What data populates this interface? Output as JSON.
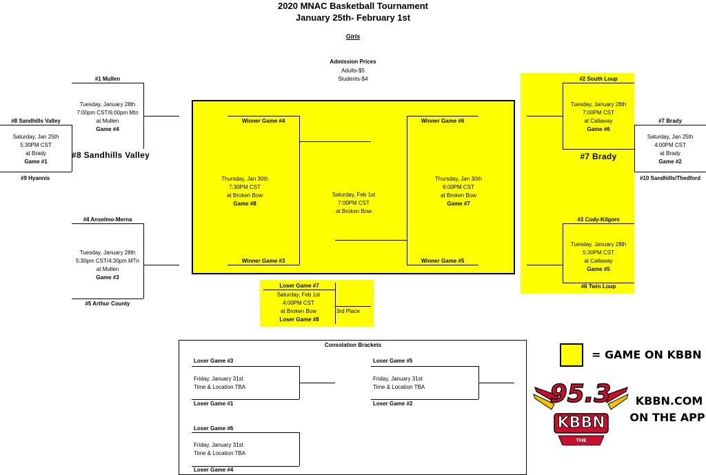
{
  "header": {
    "title": "2020 MNAC Basketball Tournament",
    "dates": "January 25th- February 1st",
    "division": "Girls"
  },
  "admission": {
    "title": "Admission Prices",
    "adults": "Adults-$5",
    "students": "Students-$4"
  },
  "left_bracket": {
    "seed1": "#1 Mullen",
    "game4": {
      "line1": "Tuesday, January 28th",
      "line2": "7:00pm CST/6:00pm Mtn",
      "line3": "at Mullen",
      "label": "Game #4"
    },
    "seed8": "#8 Sandhills Valley",
    "game1": {
      "line1": "Saturday, Jan 25th",
      "line2": "5:30PM CST",
      "line3": "at Brady",
      "label": "Game #1"
    },
    "seed9": "#9 Hyannis",
    "winner_g1": "#8 Sandhills Valley",
    "seed4": "#4 Anselmo-Merna",
    "game3": {
      "line1": "Tuesday, January 28th",
      "line2": "5:30pm CST/4:30pm MTn",
      "line3": "at Mullen",
      "label": "Game #3"
    },
    "seed5": "#5 Arthur County"
  },
  "center": {
    "winner_g4": "Winner Game #4",
    "winner_g3": "Winner Game #3",
    "game8": {
      "line1": "Thursday, Jan 30th",
      "line2": "7:30PM CST",
      "line3": "at Broken Bow",
      "label": "Game #8"
    },
    "final": {
      "line1": "Saturday, Feb 1st",
      "line2": "7:00PM CST",
      "line3": "at Broken Bow"
    },
    "winner_g6": "Winner Game #6",
    "winner_g5": "Winner Game #5",
    "game7": {
      "line1": "Thursday, Jan 30th",
      "line2": "6:00PM CST",
      "line3": "at Broken Bow",
      "label": "Game #7"
    }
  },
  "right_bracket": {
    "seed2": "#2 South Loup",
    "game6": {
      "line1": "Tuesday, January 28th",
      "line2": "7:00PM CST",
      "line3": "at Callaway",
      "label": "Game #6"
    },
    "winner_g2": "#7 Brady",
    "seed7": "#7 Brady",
    "game2": {
      "line1": "Saturday, Jan 25th",
      "line2": "4:00PM CST",
      "line3": "at Brady",
      "label": "Game #2"
    },
    "seed10": "#10 Sandhills/Thedford",
    "seed3": "#3 Cody-Kilgore",
    "game5": {
      "line1": "Tuesday, January 28th",
      "line2": "5:30PM CST",
      "line3": "at Callaway",
      "label": "Game #5"
    },
    "seed6": "#6 Twin Loup"
  },
  "third_place": {
    "top": "Loser Game #7",
    "line1": "Saturday, Feb 1st",
    "line2": "4:00PM CST",
    "line3": "at Broken Bow",
    "bottom": "Loser Game #8",
    "result": "3rd Place"
  },
  "consolation": {
    "title": "Consolation Brackets",
    "a": {
      "top": "Loser Game #3",
      "line1": "Friday, January 31st",
      "line2": "Time & Location TBA",
      "bottom": "Loser Game #1"
    },
    "b": {
      "top": "Loser Game #5",
      "line1": "Friday, January 31st",
      "line2": "Time & Location TBA",
      "bottom": "Loser Game #2"
    },
    "c": {
      "top": "Loser Game #6",
      "line1": "Friday, January 31st",
      "line2": "Time & Location TBA",
      "bottom": "Loser Game #4"
    }
  },
  "legend": {
    "text": "= GAME ON KBBN",
    "color": "#ffff00"
  },
  "kbbn": {
    "freq": "95.3",
    "call": "KBBN",
    "tagline": "THE THUNDERBIRD",
    "site": "KBBN.COM",
    "app": "ON THE APP"
  }
}
